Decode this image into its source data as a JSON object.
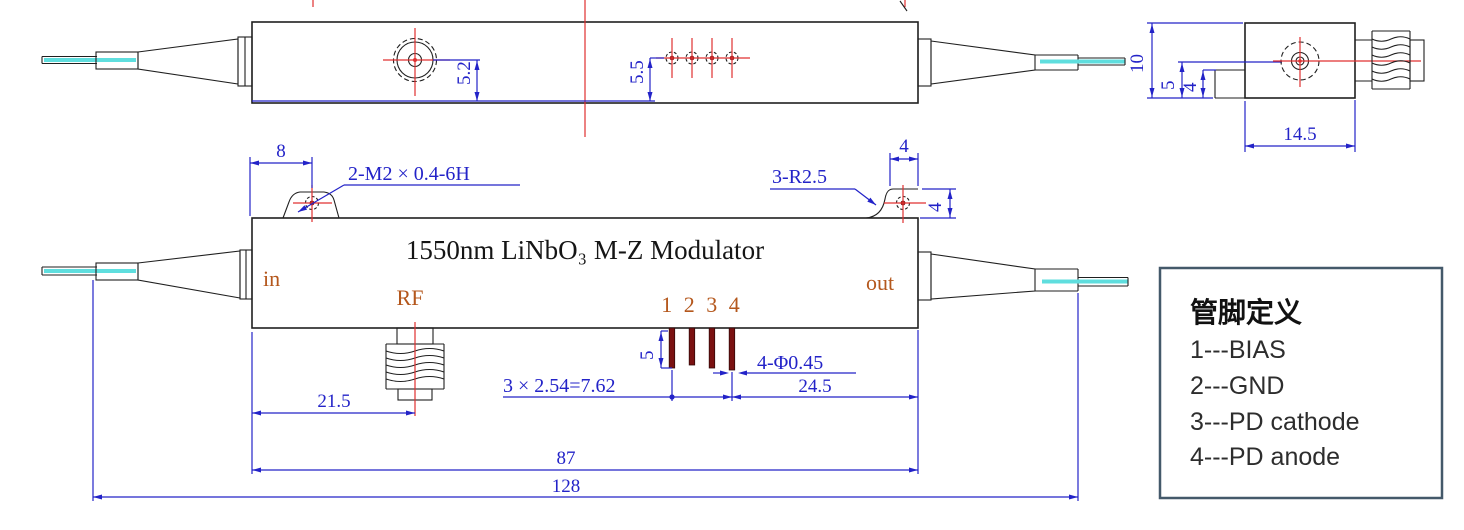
{
  "drawing": {
    "title": "1550nm LiNbO₃ M-Z Modulator",
    "port_labels": {
      "input": "in",
      "output": "out",
      "rf": "RF",
      "pins": "1 2 3 4"
    },
    "top_view": {
      "hole_offset": "5.2",
      "pin_row_offset": "5.5"
    },
    "side_view": {
      "height": "10",
      "fiber_center_height": "5",
      "step_height": "4",
      "block_length": "14.5"
    },
    "front_view": {
      "tab_hole_offset": "8",
      "screw_thread_spec": "2-M2 × 0.4-6H",
      "corner_radius": "3-R2.5",
      "tab_width": "4",
      "tab_height": "4",
      "pin_length": "5",
      "pin_diameter": "4-Φ0.45",
      "pin_pitch": "3 × 2.54=7.62",
      "pins_to_edge": "24.5",
      "rf_center_offset": "21.5",
      "body_length": "87",
      "overall_length": "128"
    },
    "legend": {
      "title": "管脚定义",
      "items": [
        "1---BIAS",
        "2---GND",
        "3---PD cathode",
        "4---PD anode"
      ]
    },
    "colors": {
      "outline": "#1f1f1f",
      "dimension_blue": "#2323c8",
      "centerline_red": "#e03030",
      "fiber_cyan": "#5fdede",
      "pin_maroon": "#7a1111",
      "label_orange": "#b4571c",
      "legend_border": "#44596a"
    }
  }
}
